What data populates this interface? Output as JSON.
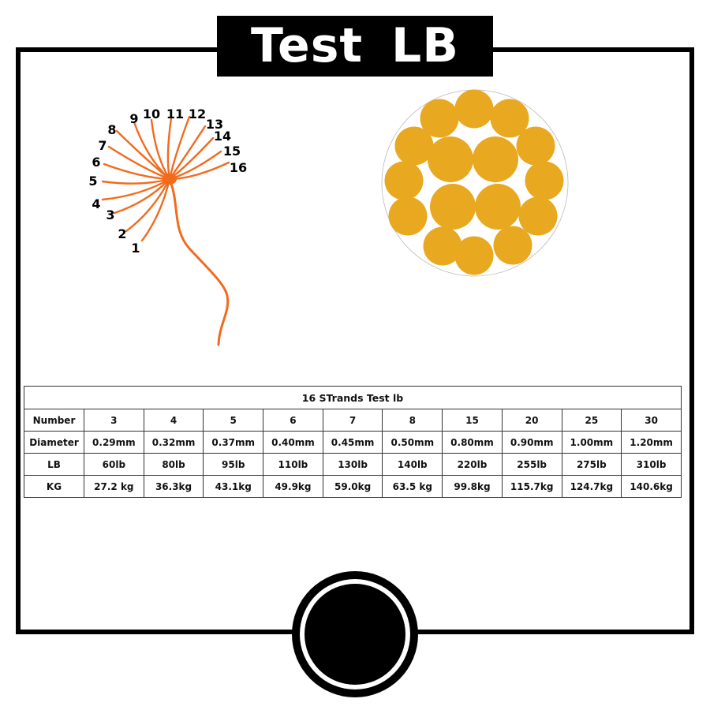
{
  "title": "Test LB",
  "strand_labels": [
    "1",
    "2",
    "3",
    "4",
    "5",
    "6",
    "7",
    "8",
    "9",
    "10",
    "11",
    "12",
    "13",
    "14",
    "15",
    "16"
  ],
  "colors": {
    "strand": "#f26b1d",
    "wire": "#e8a820",
    "frame": "#000000"
  },
  "table": {
    "caption": "16 STrands Test lb",
    "rows": [
      {
        "label": "Number",
        "cells": [
          "3",
          "4",
          "5",
          "6",
          "7",
          "8",
          "15",
          "20",
          "25",
          "30"
        ]
      },
      {
        "label": "Diameter",
        "cells": [
          "0.29mm",
          "0.32mm",
          "0.37mm",
          "0.40mm",
          "0.45mm",
          "0.50mm",
          "0.80mm",
          "0.90mm",
          "1.00mm",
          "1.20mm"
        ]
      },
      {
        "label": "LB",
        "cells": [
          "60lb",
          "80lb",
          "95lb",
          "110lb",
          "130lb",
          "140lb",
          "220lb",
          "255lb",
          "275lb",
          "310lb"
        ]
      },
      {
        "label": "KG",
        "cells": [
          "27.2 kg",
          "36.3kg",
          "43.1kg",
          "49.9kg",
          "59.0kg",
          "63.5 kg",
          "99.8kg",
          "115.7kg",
          "124.7kg",
          "140.6kg"
        ]
      }
    ]
  }
}
